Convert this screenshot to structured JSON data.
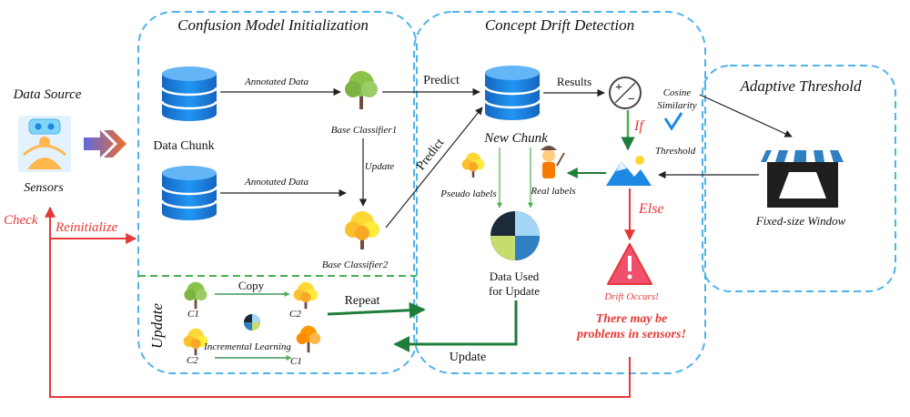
{
  "sections": {
    "init_title": "Confusion Model Initialization",
    "drift_title": "Concept Drift Detection",
    "adaptive_title": "Adaptive Threshold",
    "update_title": "Update"
  },
  "source": {
    "title": "Data Source",
    "sensors": "Sensors",
    "check": "Check",
    "reinitialize": "Reinitialize"
  },
  "init": {
    "data_chunk": "Data Chunk",
    "annotated_1": "Annotated Data",
    "annotated_2": "Annotated Data",
    "base_classifier_1": "Base Classifier1",
    "base_classifier_2": "Base Classifier2",
    "update_label": "Update"
  },
  "update_box": {
    "copy": "Copy",
    "incremental": "Incremental Learning",
    "c1_top": "C1",
    "c2_top": "C2",
    "c2_bottom": "C2",
    "c1_bottom": "C1",
    "repeat": "Repeat",
    "update_arrow": "Update"
  },
  "drift": {
    "predict_top": "Predict",
    "predict_diag": "Predict",
    "new_chunk": "New Chunk",
    "results": "Results",
    "cosine_1": "Cosine",
    "cosine_2": "Similarity",
    "if": "If",
    "threshold": "Threshold",
    "pseudo_labels": "Pseudo labels",
    "real_labels": "Real labels",
    "data_used_1": "Data Used",
    "data_used_2": "for Update",
    "else": "Else",
    "drift_occurs": "Drift Occurs!",
    "problem_1": "There may be",
    "problem_2": "problems in sensors!"
  },
  "adaptive": {
    "window": "Fixed-size Window"
  },
  "colors": {
    "dashed_blue": "#4fb3e8",
    "green_dashed": "#4caf50",
    "db_blue": "#1e88e5",
    "arrow_green": "#1e7d3a",
    "arrow_red": "#e53935"
  }
}
